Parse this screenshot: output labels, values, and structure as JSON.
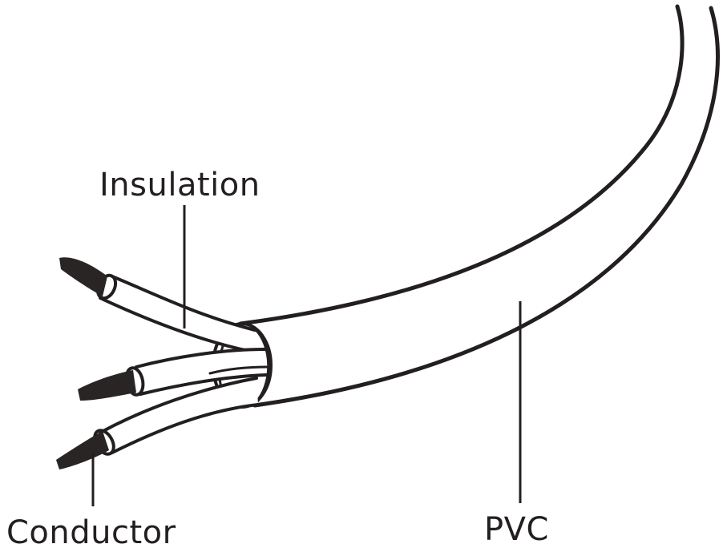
{
  "labels": {
    "insulation": "Insulation",
    "conductor": "Conductor",
    "pvc": "PVC"
  },
  "colors": {
    "ink": "#231f20",
    "background": "#ffffff"
  }
}
